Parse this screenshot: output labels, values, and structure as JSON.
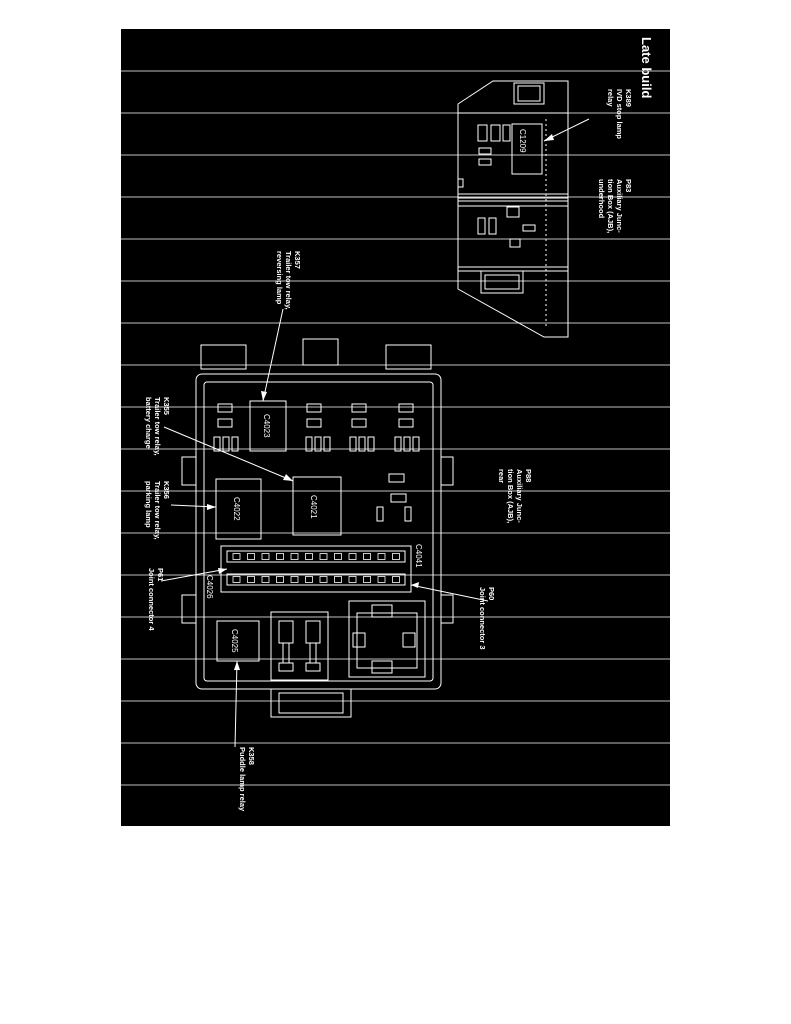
{
  "title": "Late build",
  "colors": {
    "background": "#000000",
    "lines": "#ffffff",
    "page": "#ffffff"
  },
  "labels": {
    "k389": [
      "K389",
      "IVD stop lamp",
      "relay"
    ],
    "p83": [
      "P83",
      "Auxiliary Junc-",
      "tion Box (AJB),",
      "underhood"
    ],
    "k357": [
      "K357",
      "Trailer tow relay,",
      "reversing lamp"
    ],
    "k355": [
      "K355",
      "Trailer tow relay,",
      "battery charge"
    ],
    "k356": [
      "K356",
      "Trailer tow relay,",
      "parking lamp"
    ],
    "p88": [
      "P88",
      "Auxiliary Junc-",
      "tion Box (AJB),",
      "rear"
    ],
    "p61": [
      "P61",
      "Joint connector 4"
    ],
    "p60": [
      "P60",
      "Joint connector 3"
    ],
    "k358": [
      "K358",
      "Puddle lamp relay"
    ]
  },
  "connectors": {
    "c1209": "C1209",
    "c4023": "C4023",
    "c4021": "C4021",
    "c4022": "C4022",
    "c4041": "C4041",
    "c4026": "C4026",
    "c4025": "C4025"
  }
}
